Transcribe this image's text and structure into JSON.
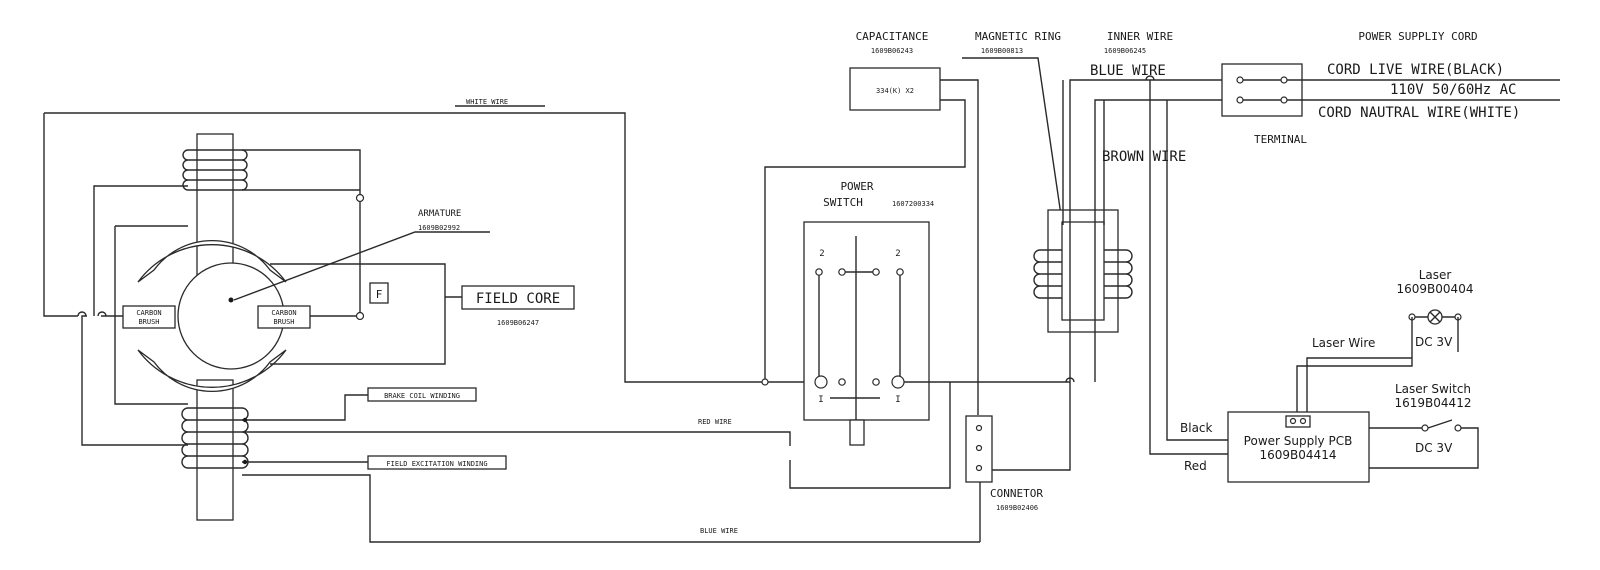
{
  "labels": {
    "white_wire": "WHITE WIRE",
    "armature": "ARMATURE",
    "armature_pn": "1609B02992",
    "f_box": "F",
    "field_core": "FIELD CORE",
    "field_core_pn": "1609B06247",
    "carbon_brush_left_1": "CARBON",
    "carbon_brush_left_2": "BRUSH",
    "carbon_brush_right_1": "CARBON",
    "carbon_brush_right_2": "BRUSH",
    "brake_coil": "BRAKE COIL WINDING",
    "field_excitation": "FIELD EXCITATION WINDING",
    "red_wire": "RED WIRE",
    "blue_wire_bottom": "BLUE WIRE",
    "power_switch_1": "POWER",
    "power_switch_2": "SWITCH",
    "power_switch_pn": "1607200334",
    "switch_num_left": "2",
    "switch_num_right": "2",
    "switch_pos_left": "I",
    "switch_pos_right": "I",
    "capacitance": "CAPACITANCE",
    "capacitance_pn": "1609B06243",
    "capacitor_value": "334(K) X2",
    "magnetic_ring": "MAGNETIC RING",
    "magnetic_ring_pn": "1609B00813",
    "inner_wire": "INNER WIRE",
    "inner_wire_pn": "1609B06245",
    "blue_wire_top": "BLUE WIRE",
    "brown_wire": "BROWN WIRE",
    "connector": "CONNETOR",
    "connector_pn": "1609B02406",
    "power_cord": "POWER SUPPLIY CORD",
    "cord_live": "CORD LIVE WIRE(BLACK)",
    "voltage": "110V 50/60Hz AC",
    "cord_neutral": "CORD NAUTRAL WIRE(WHITE)",
    "terminal": "TERMINAL",
    "laser": "Laser",
    "laser_pn": "1609B00404",
    "laser_wire": "Laser Wire",
    "dc_3v_top": "DC 3V",
    "laser_switch": "Laser Switch",
    "laser_switch_pn": "1619B04412",
    "dc_3v_bottom": "DC 3V",
    "pcb_1": "Power Supply PCB",
    "pcb_2": "1609B04414",
    "black": "Black",
    "red": "Red"
  }
}
